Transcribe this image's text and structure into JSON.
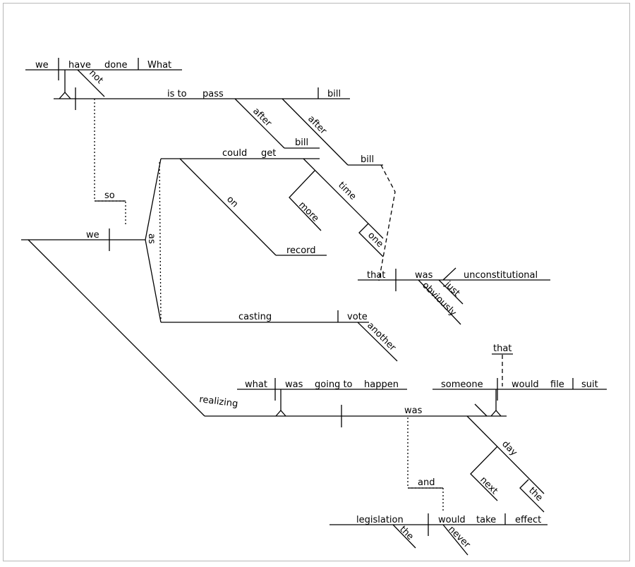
{
  "diagram": {
    "words": {
      "we_top": "we",
      "have": "have",
      "done": "done",
      "what_top": "What",
      "not": "not",
      "is_to": "is to",
      "pass": "pass",
      "bill_1": "bill",
      "after_1": "after",
      "bill_2": "bill",
      "after_2": "after",
      "bill_3": "bill",
      "could": "could",
      "get": "get",
      "on": "on",
      "record": "record",
      "more": "more",
      "time": "time",
      "one": "one",
      "so": "so",
      "we_main": "we",
      "as": "as",
      "that_1": "that",
      "was_1": "was",
      "unconstitutional": "unconstitutional",
      "just": "just",
      "obviously": "obviously",
      "casting": "casting",
      "vote": "vote",
      "another": "another",
      "that_2": "that",
      "what_low": "what",
      "was_2": "was",
      "going_to": "going to",
      "happen": "happen",
      "someone": "someone",
      "would_1": "would",
      "file": "file",
      "suit": "suit",
      "realizing": "realizing",
      "was_3": "was",
      "day": "day",
      "next": "next",
      "the_1": "the",
      "and": "and",
      "legislation": "legislation",
      "the_2": "the",
      "would_2": "would",
      "take": "take",
      "effect": "effect",
      "never": "never"
    }
  }
}
